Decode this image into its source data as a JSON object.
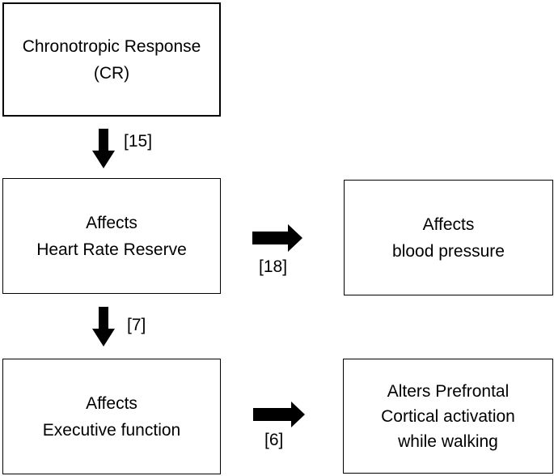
{
  "diagram": {
    "colors": {
      "background": "#ffffff",
      "box_border": "#000000",
      "text": "#000000",
      "arrow": "#000000"
    },
    "boxes": [
      {
        "name": "chronotropic-response",
        "lines": [
          "Chronotropic Response",
          "(CR)"
        ]
      },
      {
        "name": "heart-rate-reserve",
        "lines": [
          "Affects",
          "Heart Rate Reserve"
        ]
      },
      {
        "name": "blood-pressure",
        "lines": [
          "Affects",
          "blood pressure"
        ]
      },
      {
        "name": "executive-function",
        "lines": [
          "Affects",
          "Executive function"
        ]
      },
      {
        "name": "prefrontal-cortical",
        "lines": [
          "Alters Prefrontal",
          "Cortical activation",
          "while walking"
        ]
      }
    ],
    "arrows": [
      {
        "from": "chronotropic-response",
        "to": "heart-rate-reserve",
        "direction": "down",
        "label": "[15]"
      },
      {
        "from": "heart-rate-reserve",
        "to": "blood-pressure",
        "direction": "right",
        "label": "[18]"
      },
      {
        "from": "heart-rate-reserve",
        "to": "executive-function",
        "direction": "down",
        "label": "[7]"
      },
      {
        "from": "executive-function",
        "to": "prefrontal-cortical",
        "direction": "right",
        "label": "[6]"
      }
    ]
  }
}
